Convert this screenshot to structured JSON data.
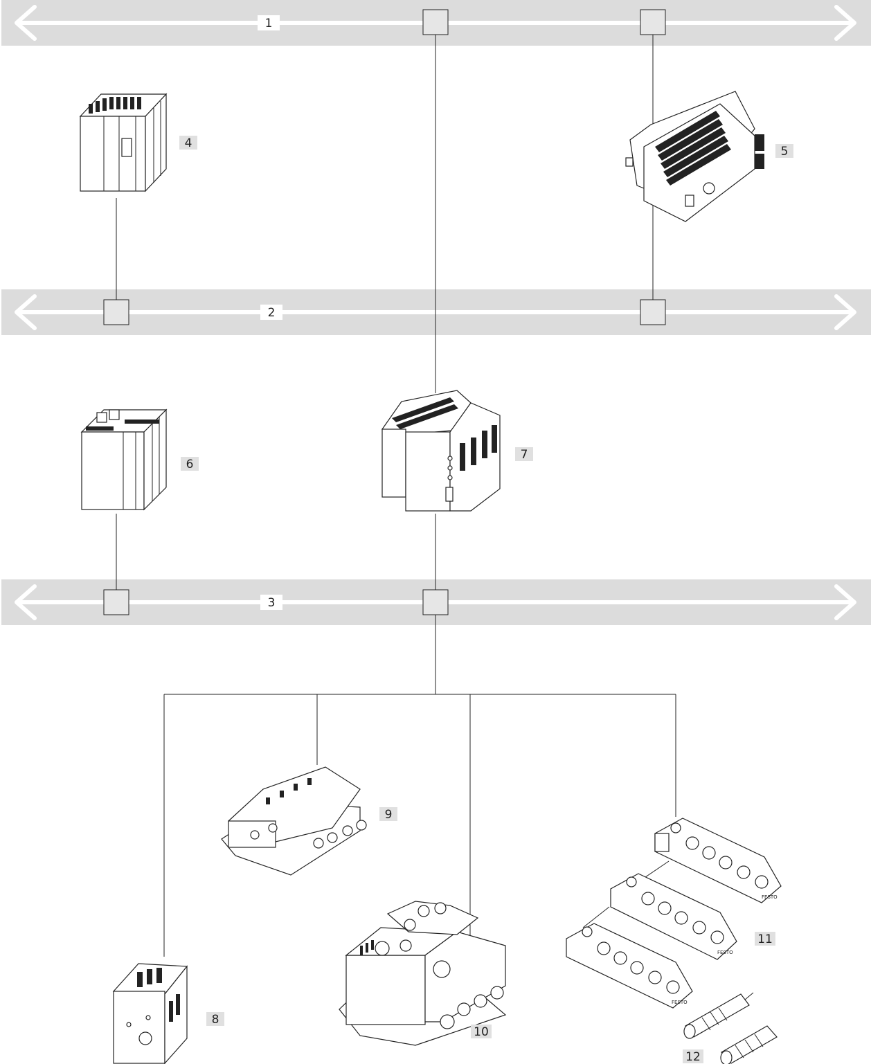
{
  "colors": {
    "bus": "#dcdcdc",
    "node": "#e6e6e6",
    "line": "#222222",
    "tag_bg": "#e0e0e0"
  },
  "buses": [
    {
      "id": "bus-1",
      "label": "1"
    },
    {
      "id": "bus-2",
      "label": "2"
    },
    {
      "id": "bus-3",
      "label": "3"
    }
  ],
  "devices": [
    {
      "id": "device-4",
      "label": "4",
      "icon": "plc-module-icon"
    },
    {
      "id": "device-5",
      "label": "5",
      "icon": "industrial-pc-icon"
    },
    {
      "id": "device-6",
      "label": "6",
      "icon": "compact-controller-icon"
    },
    {
      "id": "device-7",
      "label": "7",
      "icon": "remote-io-icon"
    },
    {
      "id": "device-8",
      "label": "8",
      "icon": "small-valve-terminal-icon"
    },
    {
      "id": "device-9",
      "label": "9",
      "icon": "valve-terminal-icon"
    },
    {
      "id": "device-10",
      "label": "10",
      "icon": "large-valve-terminal-icon"
    },
    {
      "id": "device-11",
      "label": "11",
      "icon": "io-distributor-icon"
    },
    {
      "id": "device-12",
      "label": "12",
      "icon": "proximity-sensor-icon"
    }
  ],
  "brand_text": "FESTO"
}
